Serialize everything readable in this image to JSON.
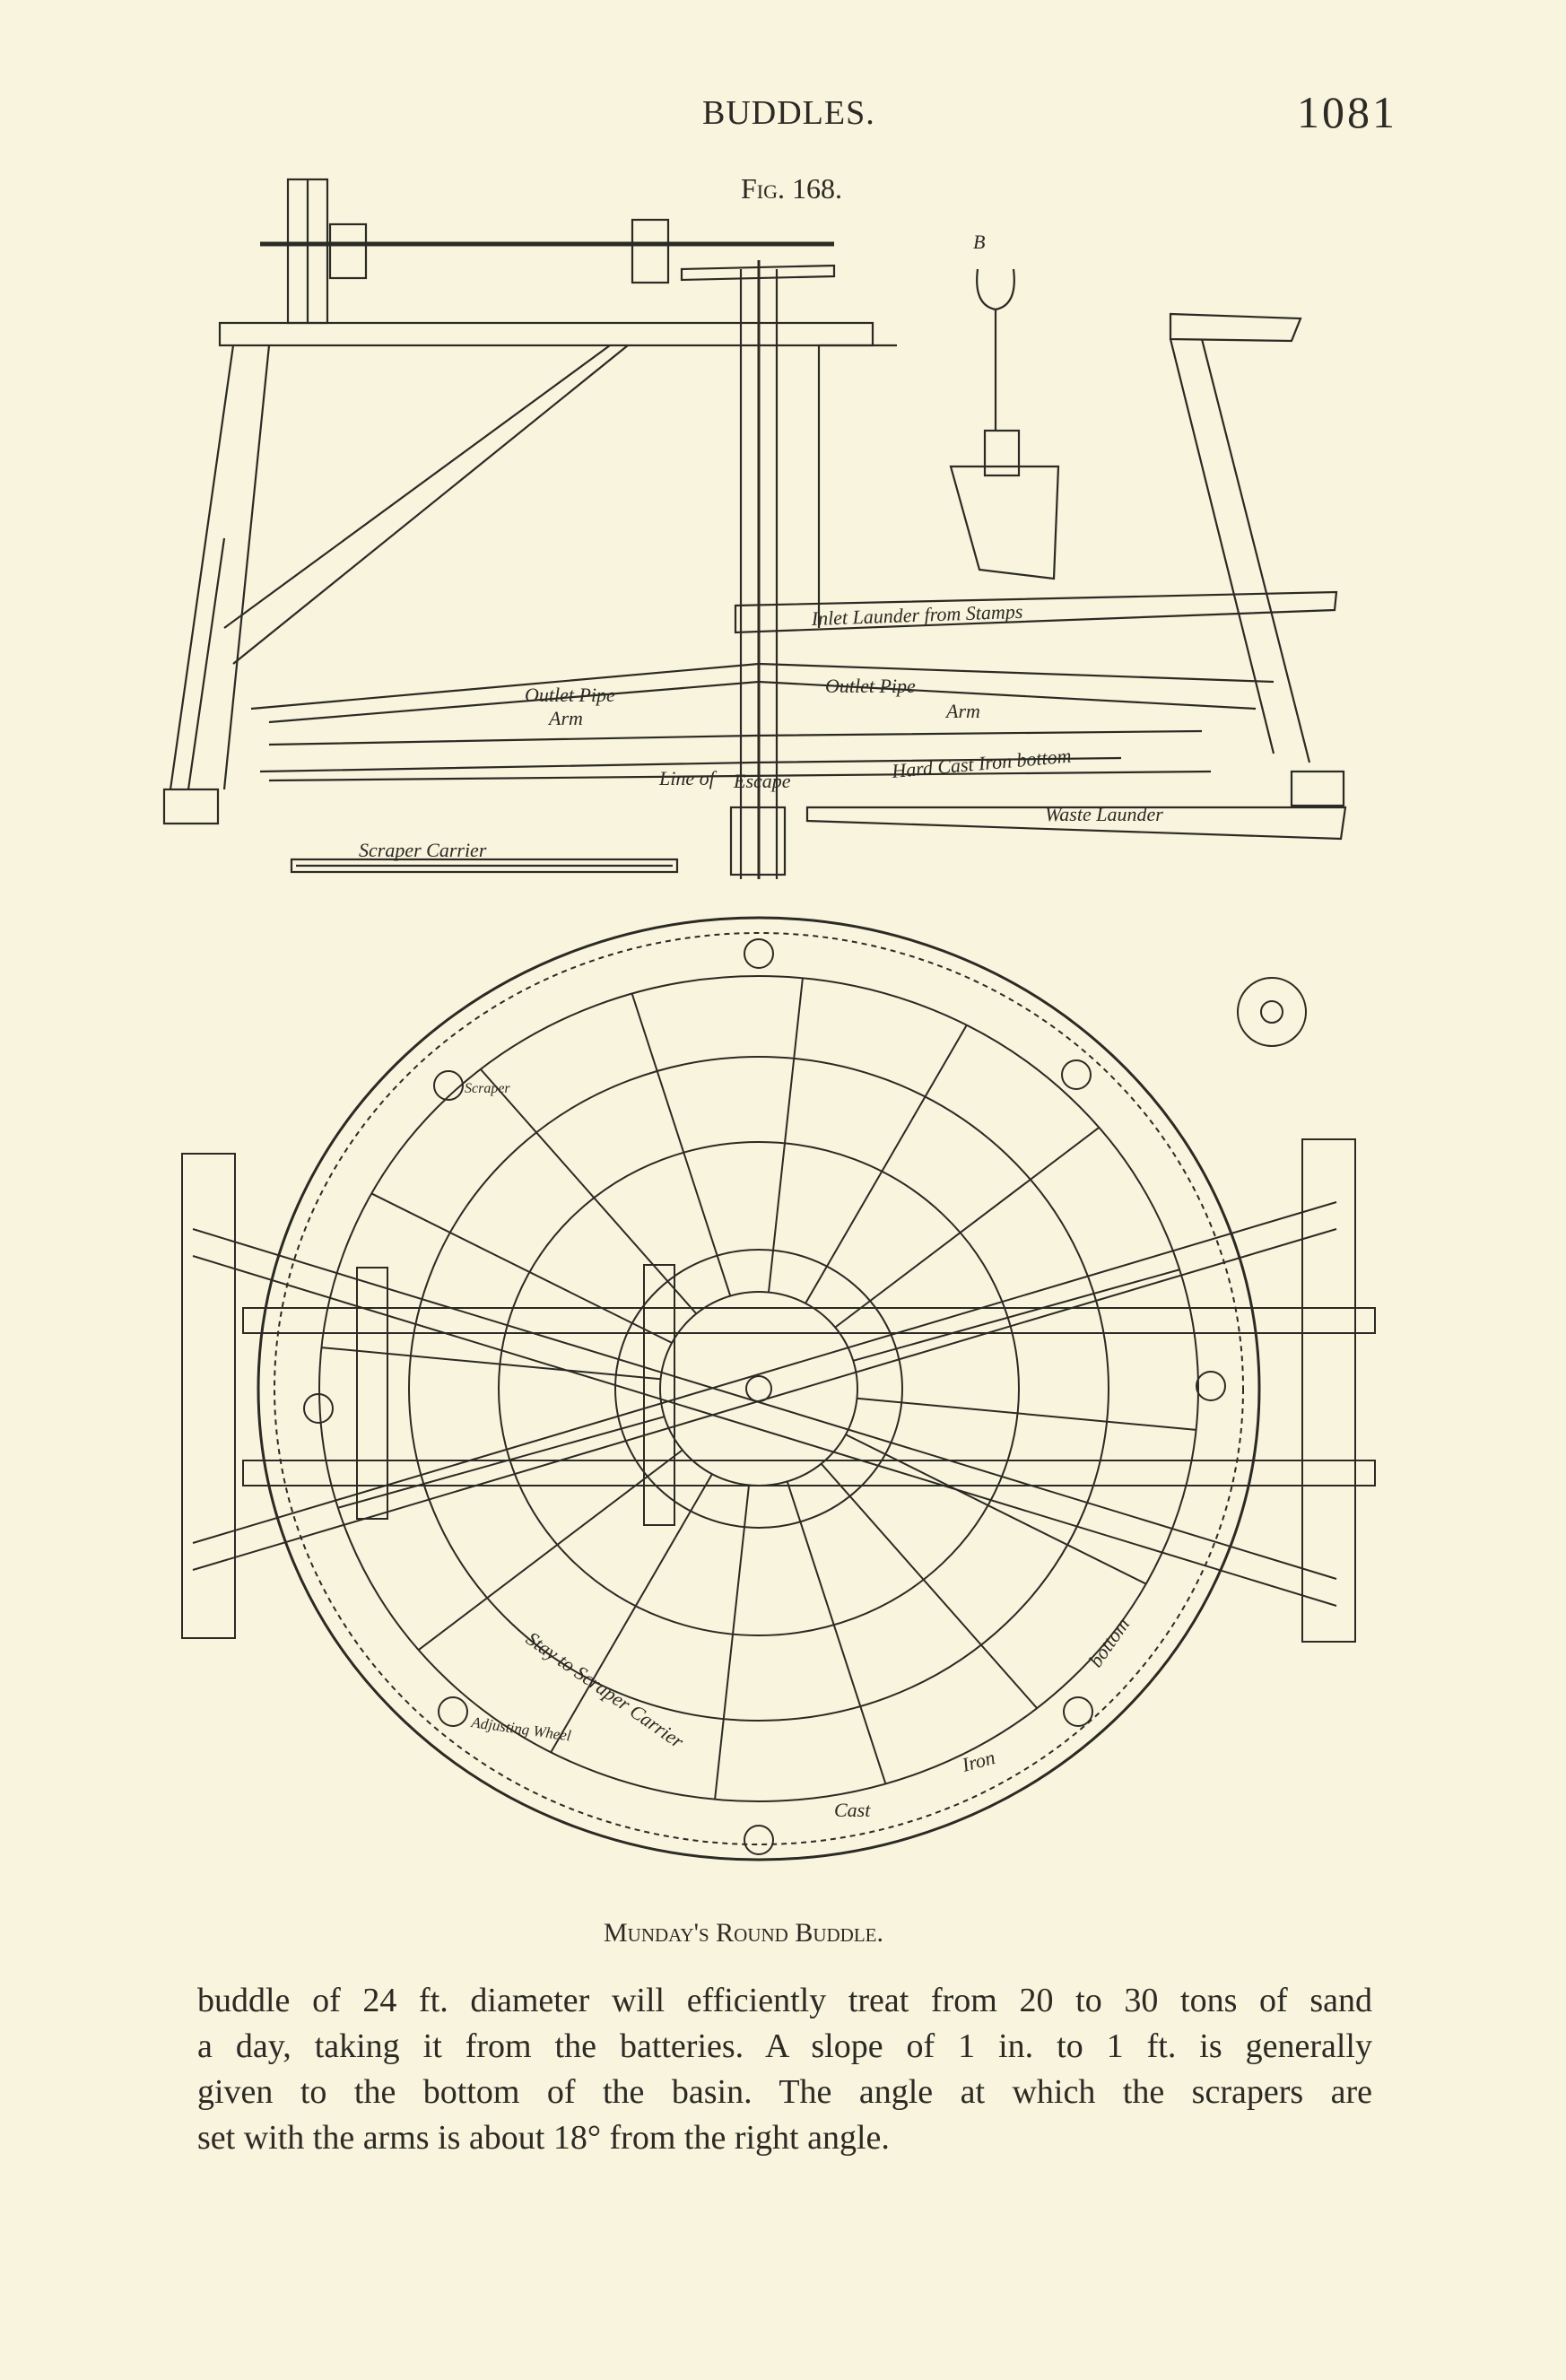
{
  "header": {
    "running_title": "BUDDLES.",
    "page_number": "1081"
  },
  "figure": {
    "number": "Fig. 168.",
    "caption": "Munday's Round Buddle.",
    "labels": {
      "b": "B",
      "inlet": "Inlet Launder from Stamps",
      "outlet_left": "Outlet Pipe",
      "outlet_right": "Outlet Pipe",
      "arm_left": "Arm",
      "arm_right": "Arm",
      "line_of": "Line of",
      "escape": "Escape",
      "hard_cast": "Hard Cast Iron bottom",
      "waste": "Waste Launder",
      "scraper_carrier": "Scraper Carrier",
      "scraper": "Scraper",
      "stay": "Stay to Scraper Carrier",
      "adjusting": "Adjusting Wheel",
      "iron": "Iron",
      "cast": "Cast",
      "bottom": "bottom"
    }
  },
  "body": {
    "lines": [
      "buddle of 24 ft. diameter will efficiently treat from 20 to 30 tons of sand",
      "a day, taking it from the batteries.  A slope of 1 in. to 1 ft. is generally",
      "given to the bottom of the basin.  The angle at which the scrapers are",
      "set with the arms is about 18° from the right angle."
    ]
  }
}
